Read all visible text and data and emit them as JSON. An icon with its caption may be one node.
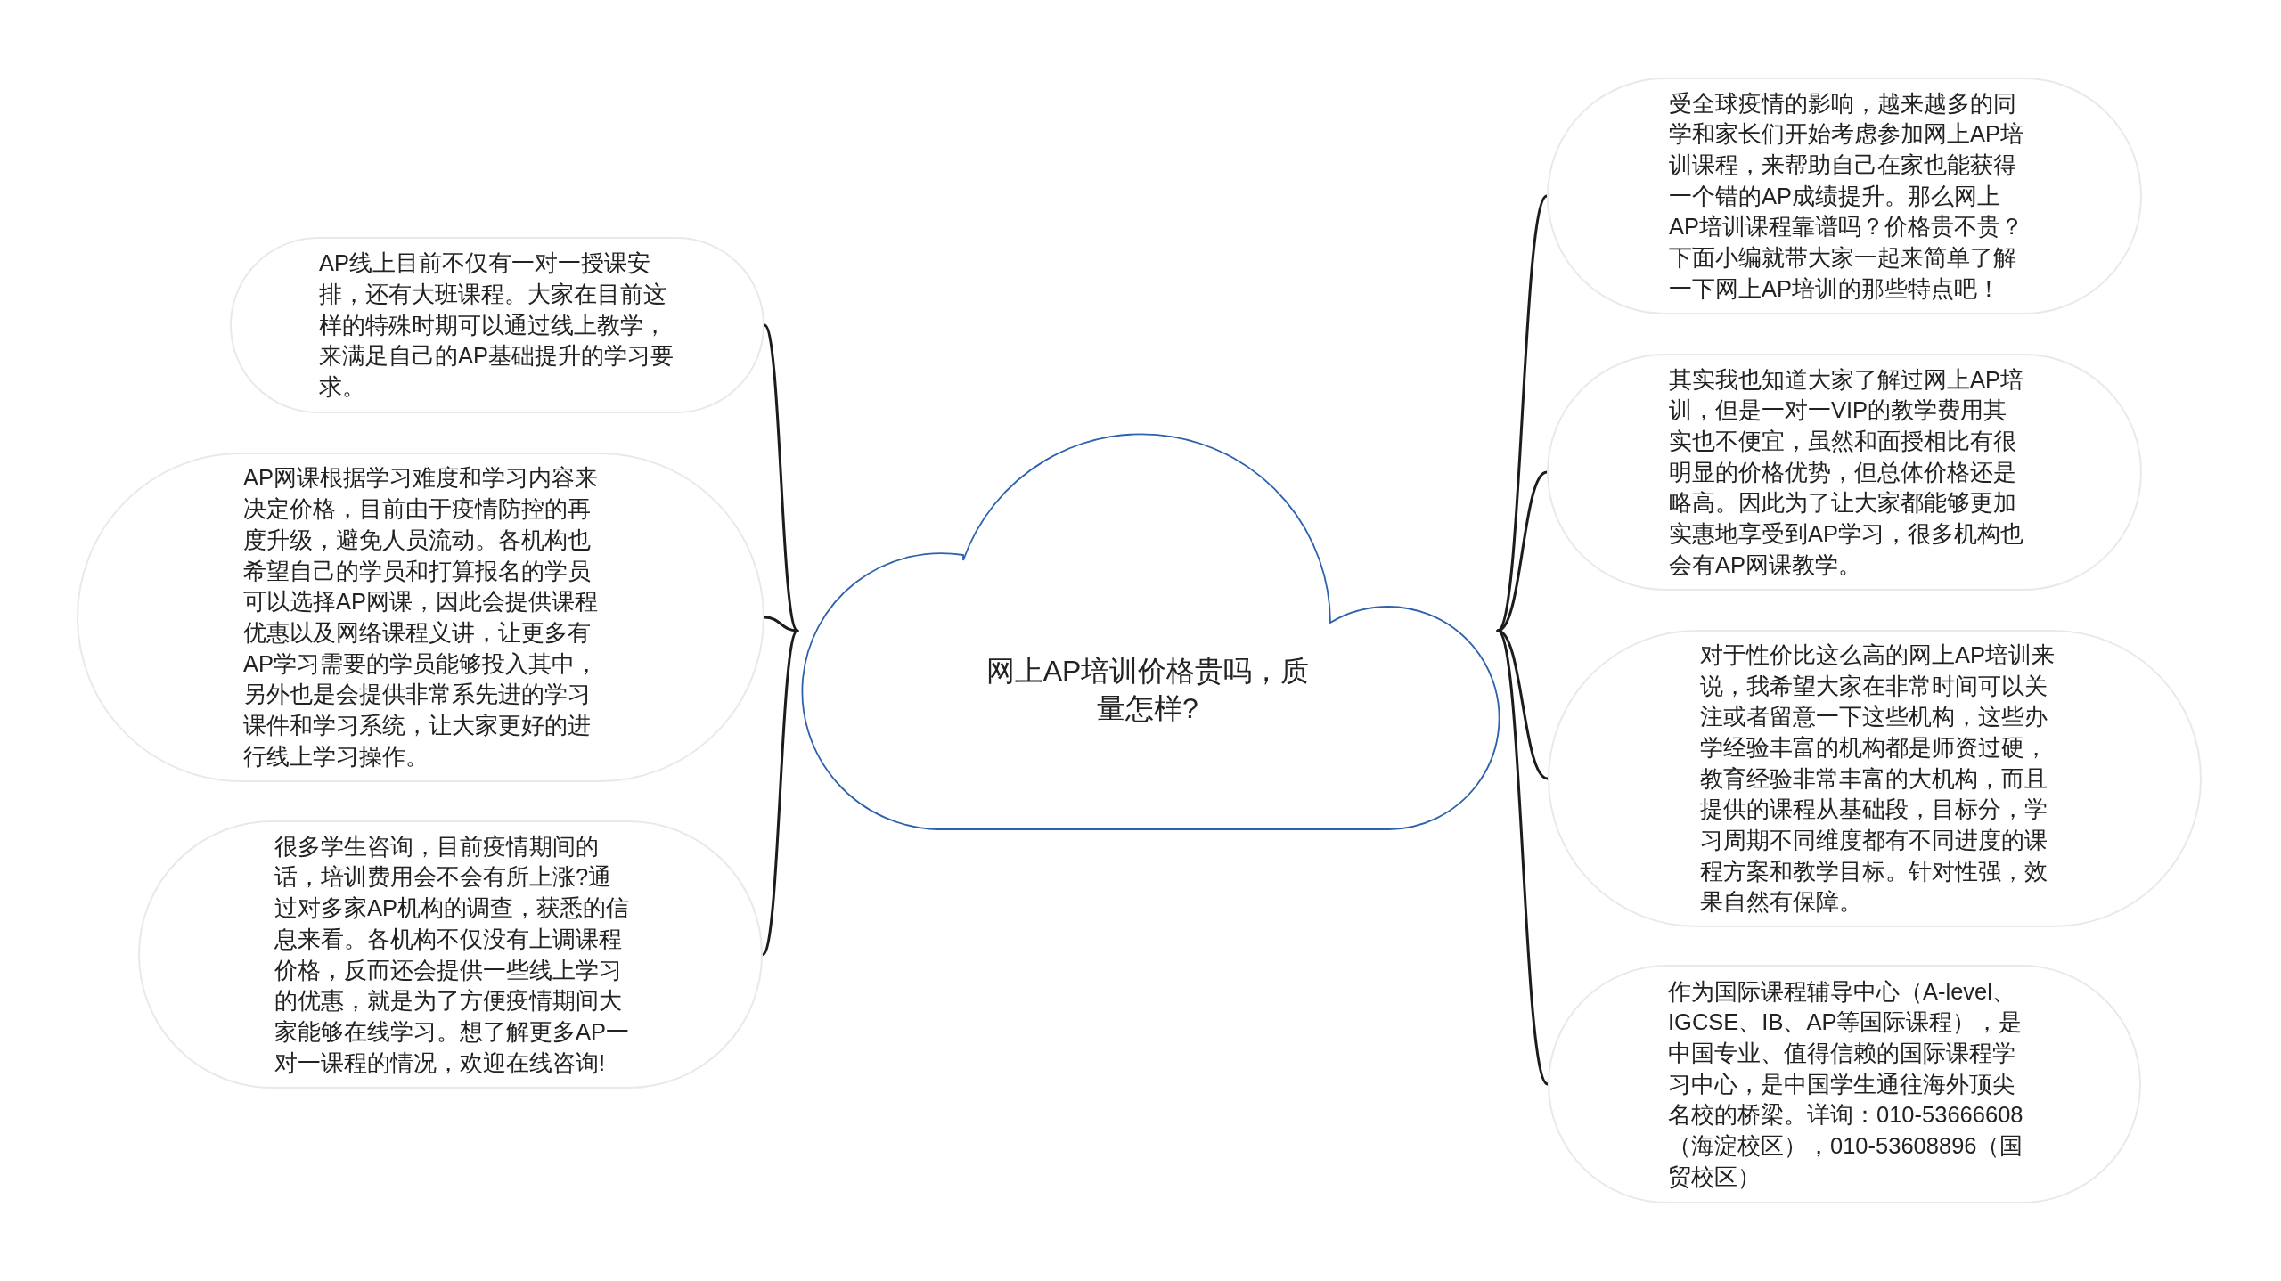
{
  "diagram": {
    "nodes": [
      {
        "text": [
          "网上AP培训价格贵吗，质量怎样?"
        ]
      },
      {
        "text": [
          "AP线上目前不仅有一对一授课安排，还有大班课程。大家在目前这样的特殊时期可以通过线上教学，来满足自己的AP基础提升的学习要求。"
        ]
      },
      {
        "text": [
          "AP网课根据学习难度和学习内容来决定价格，目前由于疫情防控的再度升级，避免人员流动。各机构也希望自己的学员和打算报名的学员可以选择AP网课，因此会提供课程优惠以及网络课程义讲，让更多有AP学习需要的学员能够投入其中，另外也是会提供非常系先进的学习课件和学习系统，让大家更好的进行线上学习操作。"
        ]
      },
      {
        "text": [
          "很多学生咨询，目前疫情期间的话，培训费用会不会有所上涨?通过对多家AP机构的调查，获悉的信息来看。各机构不仅没有上调课程价格，反而还会提供一些线上学习的优惠，就是为了方便疫情期间大家能够在线学习。想了解更多AP一对一课程的情况，欢迎在线咨询!"
        ]
      },
      {
        "text": [
          "受全球疫情的影响，越来越多的同学和家长们开始考虑参加网上AP培训课程，来帮助自己在家也能获得一个错的AP成绩提升。那么网上AP培训课程靠谱吗？价格贵不贵？下面小编就带大家一起来简单了解一下网上AP培训的那些特点吧！"
        ]
      },
      {
        "text": [
          "其实我也知道大家了解过网上AP培训，但是一对一VIP的教学费用其实也不便宜，虽然和面授相比有很明显的价格优势，但总体价格还是略高。因此为了让大家都能够更加实惠地享受到AP学习，很多机构也会有AP网课教学。"
        ]
      },
      {
        "text": [
          "对于性价比这么高的网上AP培训来说，我希望大家在非常时间可以关注或者留意一下这些机构，这些办学经验丰富的机构都是师资过硬，教育经验非常丰富的大机构，而且提供的课程从基础段，目标分，学习周期不同维度都有不同进度的课程方案和教学目标。针对性强，效果自然有保障。"
        ]
      },
      {
        "text": [
          "作为国际课程辅导中心（A-level、IGCSE、IB、AP等国际课程），是中国专业、值得信赖的国际课程学习中心，是中国学生通往海外顶尖名校的桥梁。详询：010-53666608（海淀校区），010-53608896（国贸校区）"
        ]
      }
    ],
    "edges": [
      {
        "from": 0,
        "to": 1,
        "arrow": "none"
      },
      {
        "from": 0,
        "to": 2,
        "arrow": "none"
      },
      {
        "from": 0,
        "to": 3,
        "arrow": "none"
      },
      {
        "from": 0,
        "to": 4,
        "arrow": "none"
      },
      {
        "from": 0,
        "to": 5,
        "arrow": "none"
      },
      {
        "from": 0,
        "to": 6,
        "arrow": "none"
      },
      {
        "from": 0,
        "to": 7,
        "arrow": "none"
      }
    ]
  }
}
